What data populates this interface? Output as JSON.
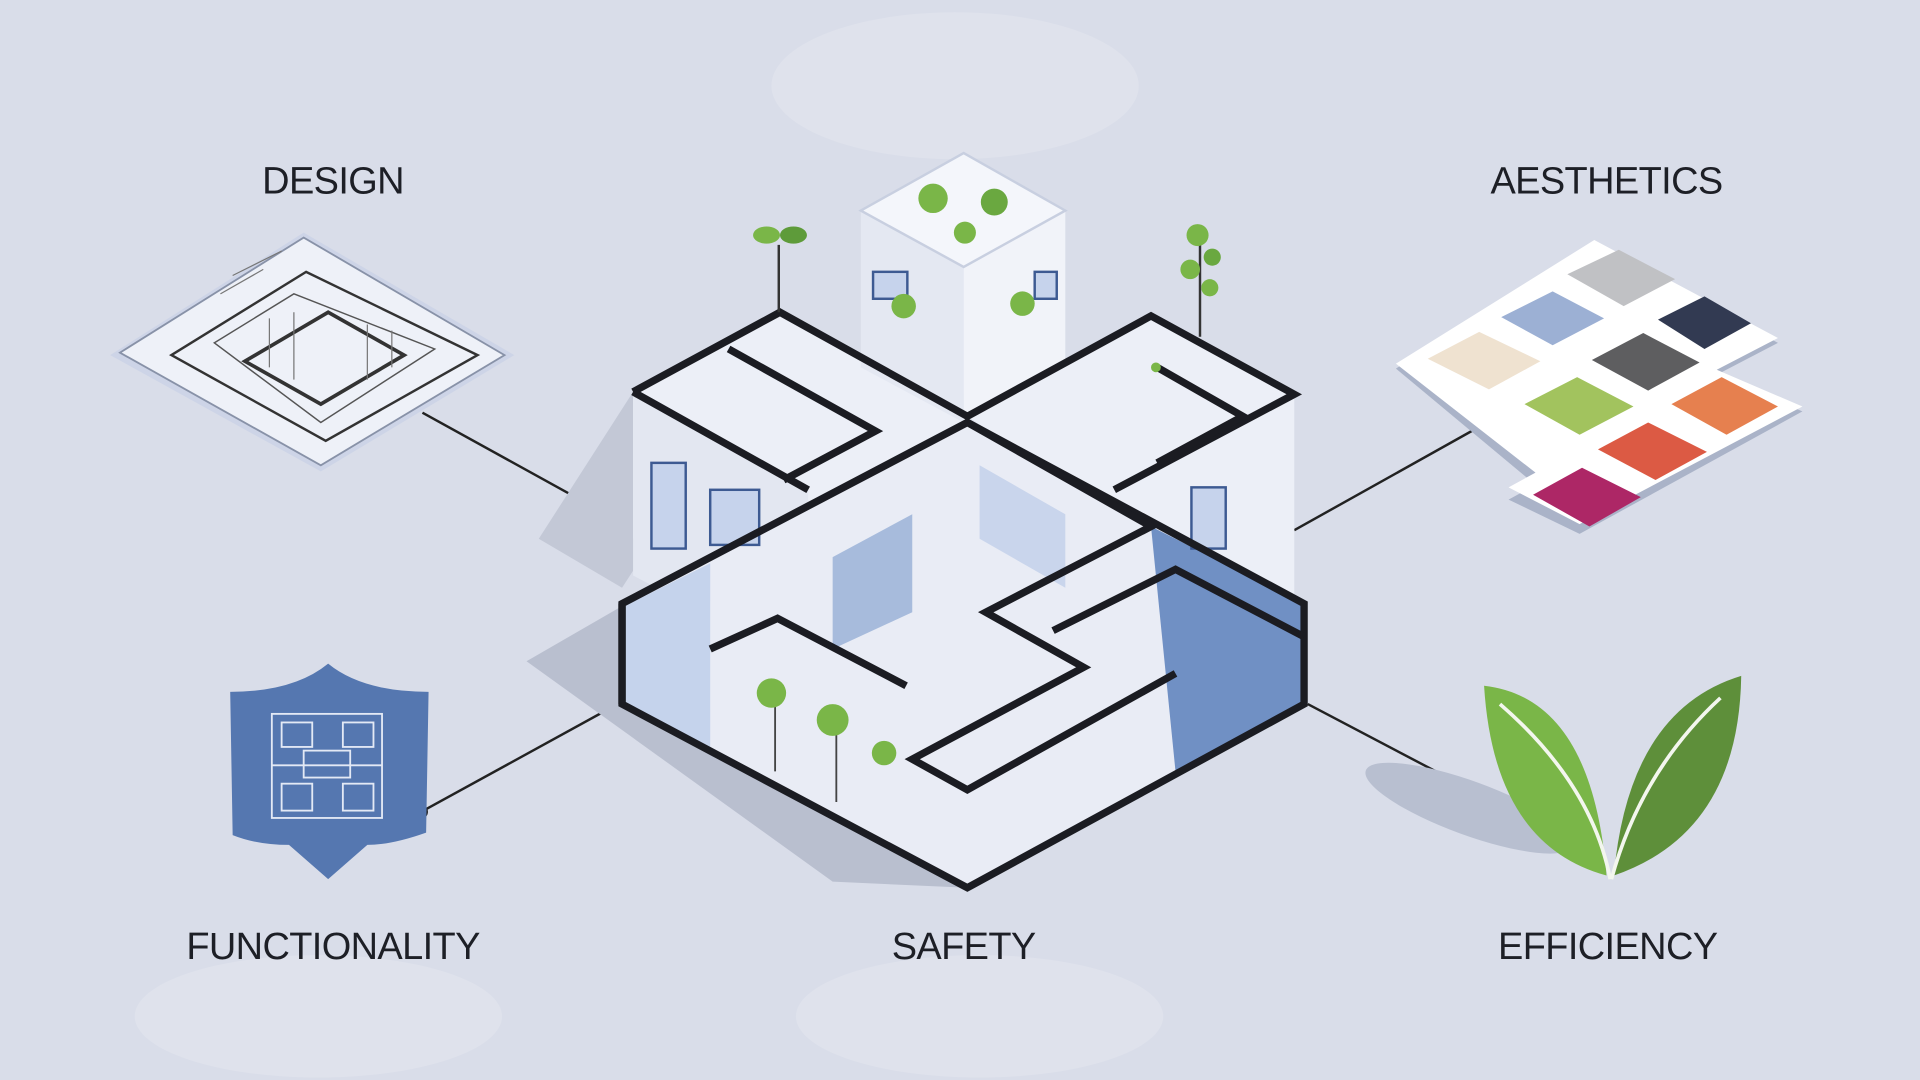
{
  "labels": {
    "design": "DESIGN",
    "aesthetics": "AESTHETICS",
    "functionality": "FUNCTIONALITY",
    "safety": "SAFETY",
    "efficiency": "EFFICIENCY"
  },
  "colors": {
    "background": "#d9dde9",
    "shield": "#5577b0",
    "leaf_light": "#7ab648",
    "leaf_dark": "#5e8f3a",
    "glass": "#5a80bb",
    "swatches": [
      "#c0c1c4",
      "#9cb0d4",
      "#323a52",
      "#efe2d0",
      "#5e5e60",
      "#a2c35e",
      "#e6804f",
      "#dc5a44",
      "#ad2766"
    ]
  },
  "icons": [
    "blueprint-icon",
    "color-palette-icon",
    "shield-icon",
    "leaf-icon",
    "building-illustration"
  ]
}
